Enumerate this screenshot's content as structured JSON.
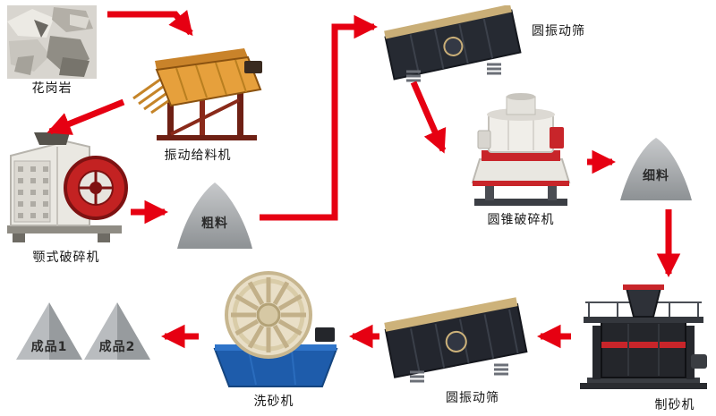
{
  "diagram": {
    "kind": "process-flow",
    "arrow_color": "#e60012",
    "background": "#ffffff",
    "nodes": [
      {
        "id": "granite",
        "label": "花岗岩",
        "kind": "material-photo"
      },
      {
        "id": "vibrating-feeder",
        "label": "振动给料机",
        "kind": "machine"
      },
      {
        "id": "jaw-crusher",
        "label": "颚式破碎机",
        "kind": "machine"
      },
      {
        "id": "coarse-material",
        "label": "粗料",
        "kind": "stockpile"
      },
      {
        "id": "vibrating-screen-top",
        "label": "圆振动筛",
        "kind": "machine"
      },
      {
        "id": "cone-crusher",
        "label": "圆锥破碎机",
        "kind": "machine"
      },
      {
        "id": "fine-material",
        "label": "细料",
        "kind": "stockpile"
      },
      {
        "id": "sand-making-machine",
        "label": "制砂机",
        "kind": "machine"
      },
      {
        "id": "vibrating-screen-bottom",
        "label": "圆振动筛",
        "kind": "machine"
      },
      {
        "id": "sand-washer",
        "label": "洗砂机",
        "kind": "machine"
      },
      {
        "id": "product-1",
        "label": "成品1",
        "kind": "stockpile"
      },
      {
        "id": "product-2",
        "label": "成品2",
        "kind": "stockpile"
      }
    ],
    "edges": [
      {
        "from": "granite",
        "to": "vibrating-feeder"
      },
      {
        "from": "vibrating-feeder",
        "to": "jaw-crusher"
      },
      {
        "from": "jaw-crusher",
        "to": "coarse-material"
      },
      {
        "from": "coarse-material",
        "to": "vibrating-screen-top"
      },
      {
        "from": "vibrating-screen-top",
        "to": "cone-crusher"
      },
      {
        "from": "cone-crusher",
        "to": "fine-material"
      },
      {
        "from": "fine-material",
        "to": "sand-making-machine"
      },
      {
        "from": "sand-making-machine",
        "to": "vibrating-screen-bottom"
      },
      {
        "from": "vibrating-screen-bottom",
        "to": "sand-washer"
      },
      {
        "from": "sand-washer",
        "to": "product-1"
      },
      {
        "from": "sand-washer",
        "to": "product-2"
      }
    ]
  }
}
